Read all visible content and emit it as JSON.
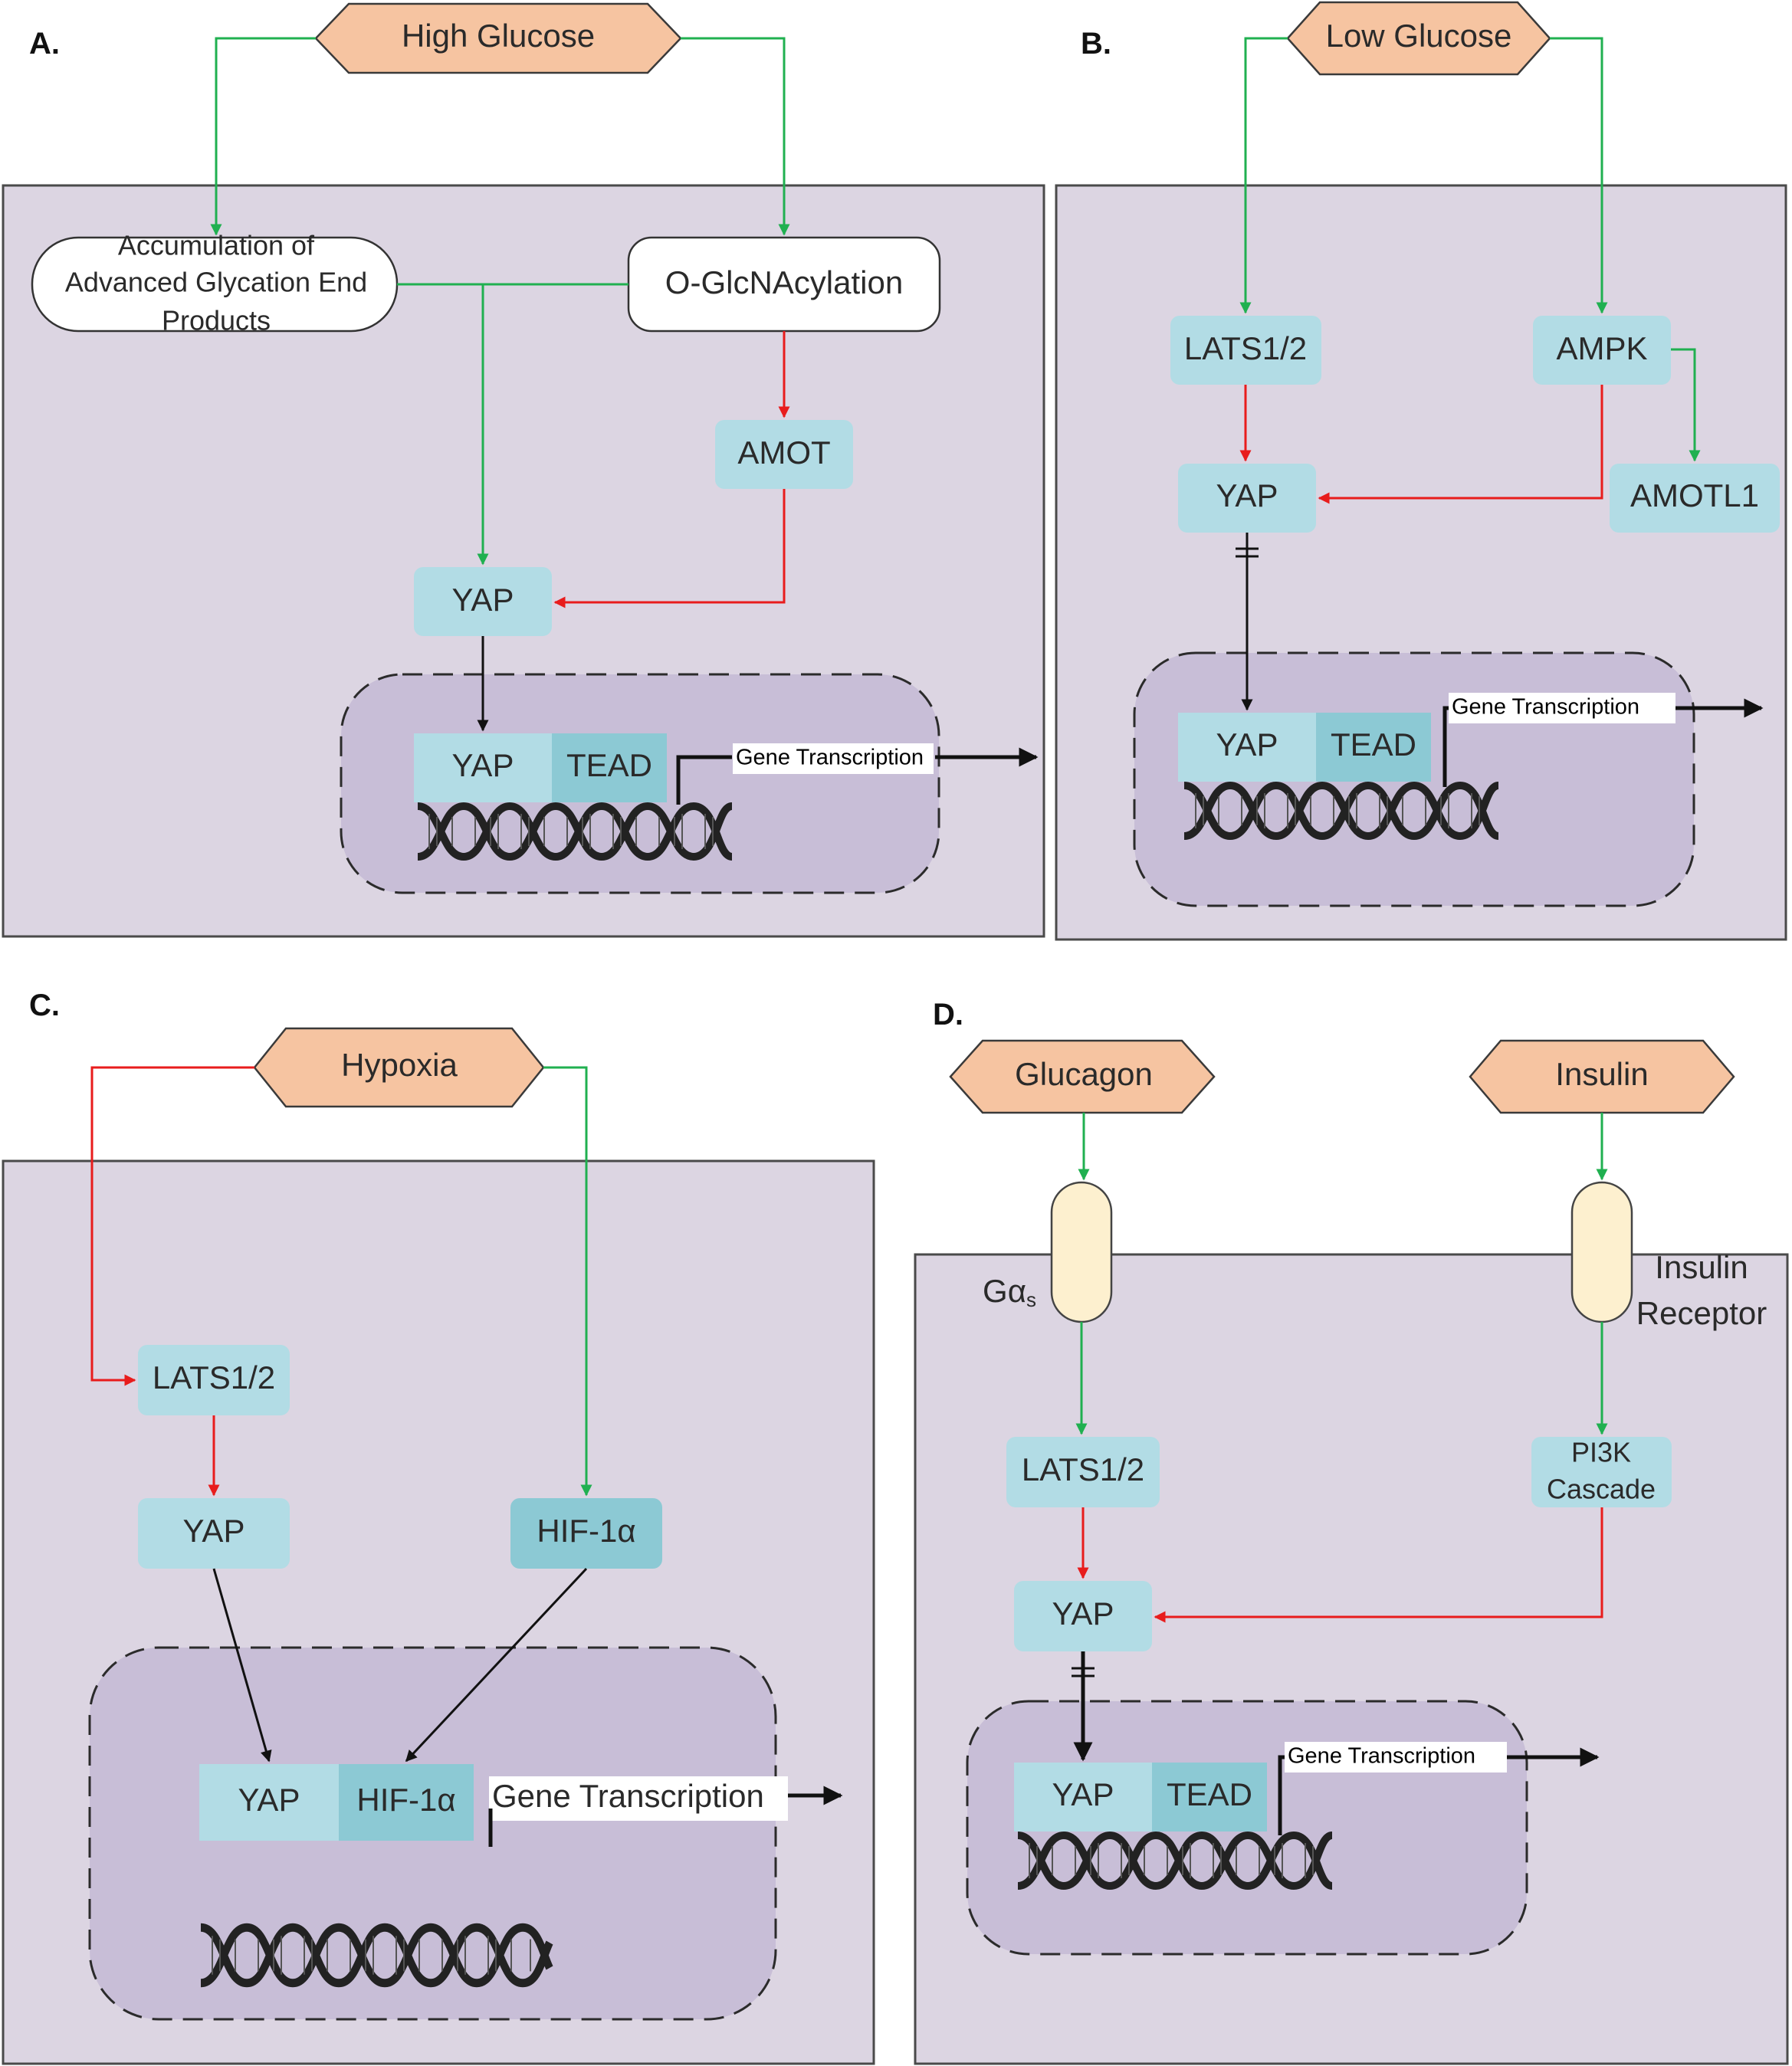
{
  "panels": {
    "A": {
      "label": "A.",
      "stimulus": "High Glucose",
      "age_line1": "Accumulation of",
      "age_line2": "Advanced Glycation End",
      "age_line3": "Products",
      "oglcnac": "O-GlcNAcylation",
      "amot": "AMOT",
      "yap": "YAP",
      "complex_left": "YAP",
      "complex_right": "TEAD",
      "transcription": "Gene Transcription"
    },
    "B": {
      "label": "B.",
      "stimulus": "Low Glucose",
      "lats": "LATS1/2",
      "ampk": "AMPK",
      "yap": "YAP",
      "amotl1": "AMOTL1",
      "complex_left": "YAP",
      "complex_right": "TEAD",
      "transcription": "Gene Transcription"
    },
    "C": {
      "label": "C.",
      "stimulus": "Hypoxia",
      "lats": "LATS1/2",
      "yap": "YAP",
      "hif": "HIF-1α",
      "complex_left": "YAP",
      "complex_right": "HIF-1α",
      "transcription": "Gene Transcription"
    },
    "D": {
      "label": "D.",
      "stimulus_left": "Glucagon",
      "stimulus_right": "Insulin",
      "gas_main": "Gα",
      "gas_sub": "s",
      "receptor_line1": "Insulin",
      "receptor_line2": "Receptor",
      "lats": "LATS1/2",
      "pi3k_line1": "PI3K",
      "pi3k_line2": "Cascade",
      "yap": "YAP",
      "complex_left": "YAP",
      "complex_right": "TEAD",
      "transcription": "Gene Transcription"
    }
  },
  "colors": {
    "activation": "#20b050",
    "inhibition": "#e81c1c",
    "flow": "#111111",
    "stimulus_fill": "#f6c4a1",
    "protein_fill": "#b2dce5",
    "cell_fill": "#dcd5e2",
    "nucleus_fill": "#c8bed7"
  }
}
